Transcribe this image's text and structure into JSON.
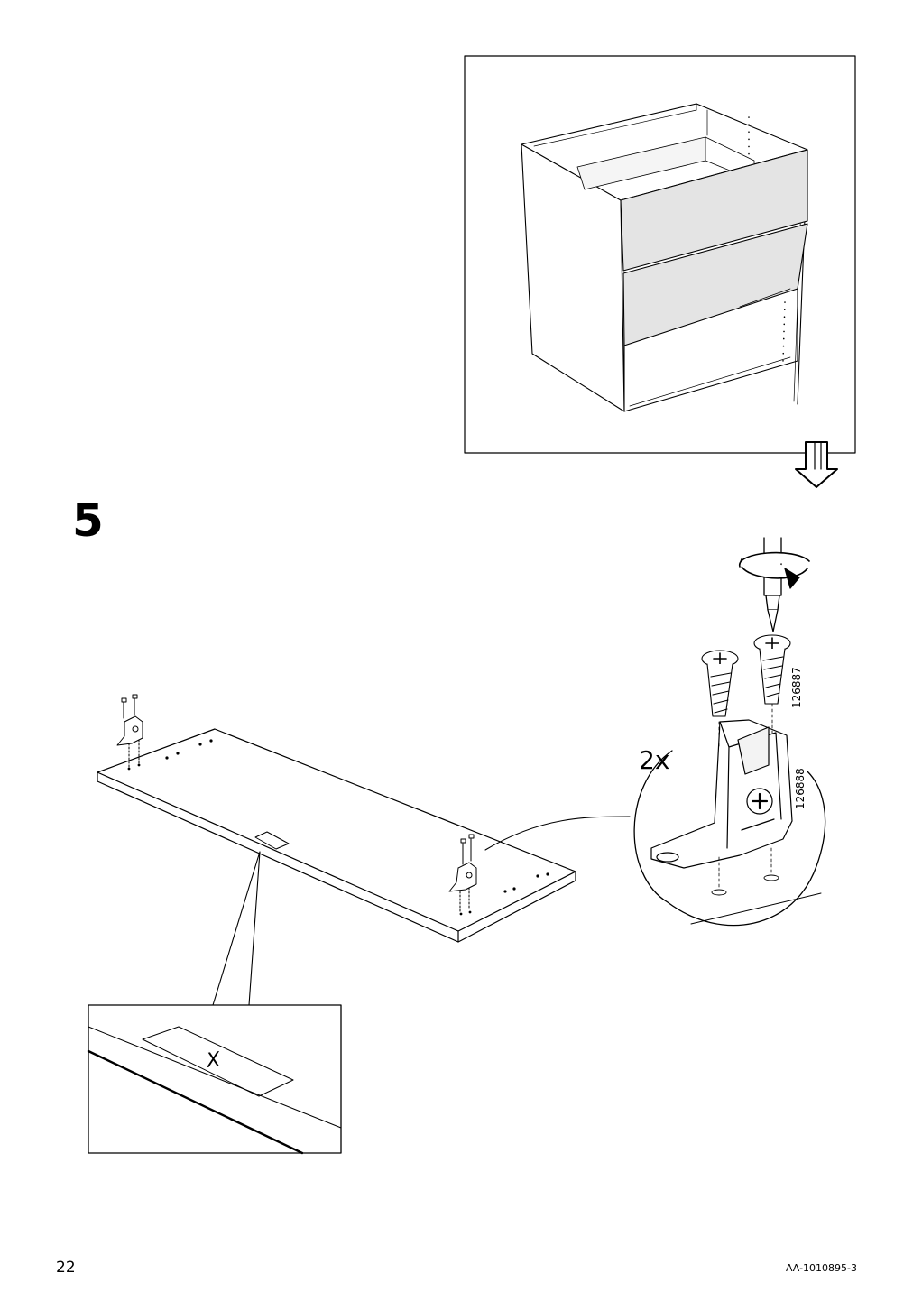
{
  "step": {
    "number": "5"
  },
  "quantity_label": "2x",
  "parts": {
    "screw_number": "126887",
    "bracket_number": "126888"
  },
  "detail_mark": "X",
  "footer": {
    "page_number": "22",
    "document_code": "AA-1010895-3"
  },
  "colors": {
    "line": "#000000",
    "panel_fill": "#e4e4e4",
    "background": "#ffffff"
  }
}
